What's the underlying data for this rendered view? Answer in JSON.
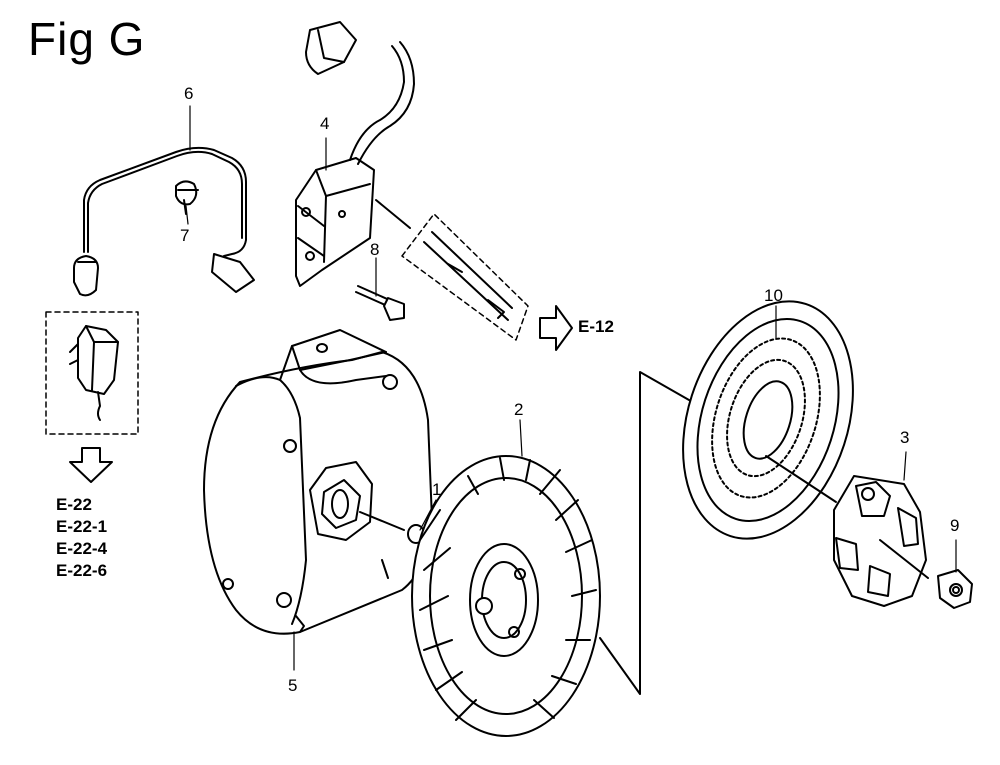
{
  "figure": {
    "title": "Fig G"
  },
  "callouts": [
    "1",
    "2",
    "3",
    "4",
    "5",
    "6",
    "7",
    "8",
    "9",
    "10"
  ],
  "refs": {
    "ignition": "E-12",
    "alternator": [
      "E-22",
      "E-22-1",
      "E-22-4",
      "E-22-6"
    ]
  }
}
